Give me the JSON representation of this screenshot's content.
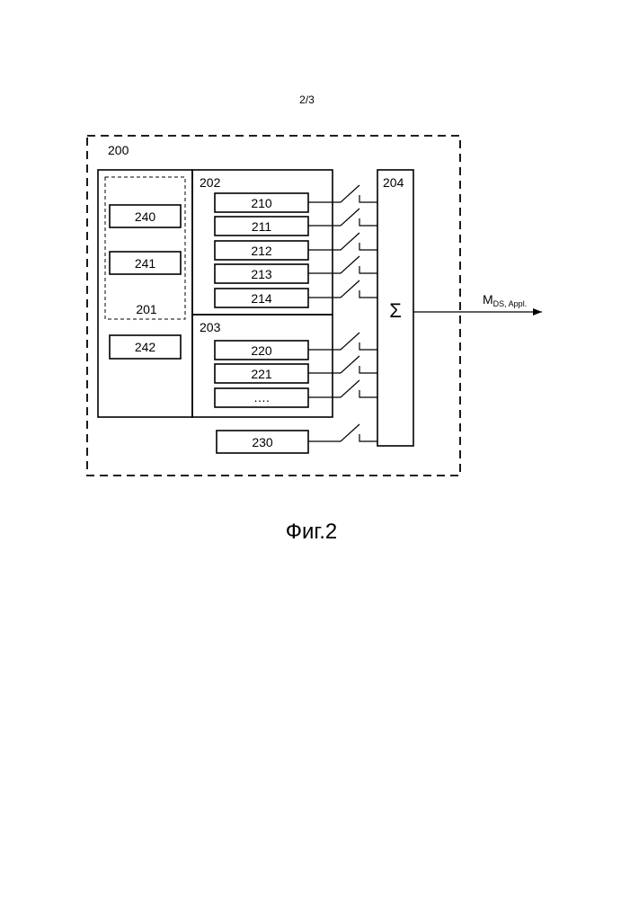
{
  "page": {
    "number": "2/3"
  },
  "figure": {
    "caption": "Фиг.2"
  },
  "diagram": {
    "outer_block": {
      "label": "200"
    },
    "block_201": {
      "label": "201",
      "items": [
        "240",
        "241"
      ],
      "extra_item": "242"
    },
    "block_202": {
      "label": "202",
      "items": [
        "210",
        "211",
        "212",
        "213",
        "214"
      ]
    },
    "block_203": {
      "label": "203",
      "items": [
        "220",
        "221",
        "…."
      ]
    },
    "block_230": {
      "label": "230"
    },
    "summator": {
      "label": "204",
      "symbol": "Σ"
    },
    "output": {
      "main": "M",
      "sub": "DS, Appl."
    }
  }
}
